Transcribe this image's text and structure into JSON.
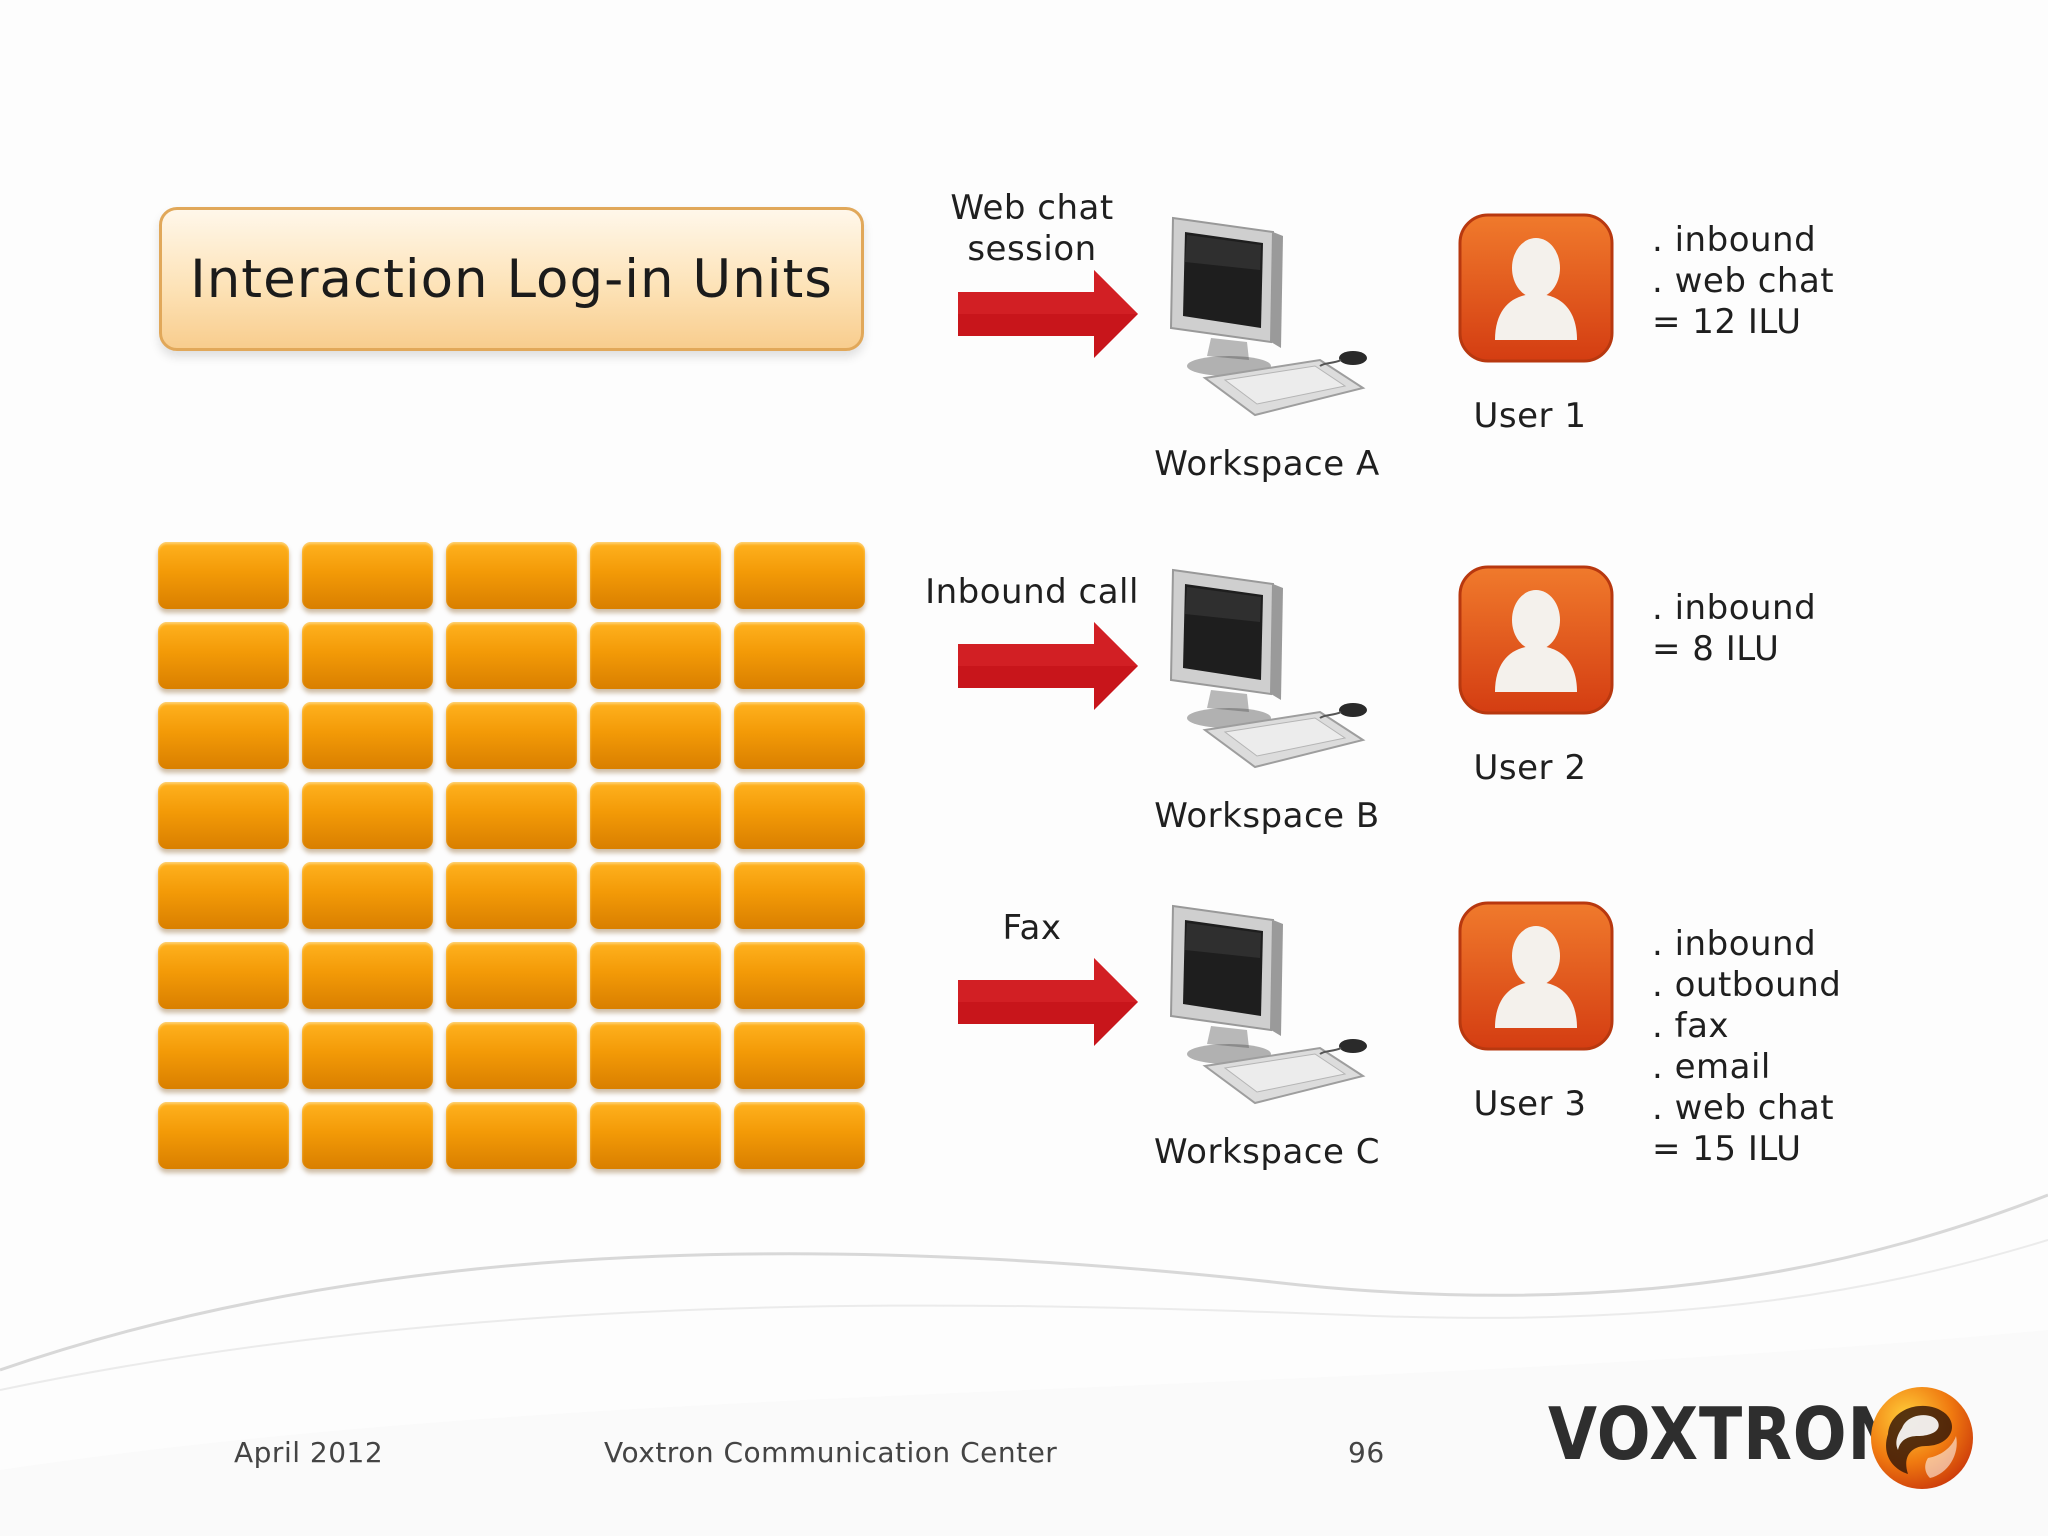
{
  "title_box": {
    "label": "Interaction Log-in Units"
  },
  "ilu_grid": {
    "rows": 8,
    "cols": 5
  },
  "flows": [
    {
      "channel": [
        "Web chat",
        "session"
      ],
      "workspace": "Workspace A",
      "user": "User 1",
      "notes": [
        ". inbound",
        ". web chat",
        "= 12 ILU"
      ]
    },
    {
      "channel": [
        "Inbound call"
      ],
      "workspace": "Workspace B",
      "user": "User 2",
      "notes": [
        ". inbound",
        "= 8 ILU"
      ]
    },
    {
      "channel": [
        "Fax"
      ],
      "workspace": "Workspace C",
      "user": "User 3",
      "notes": [
        ". inbound",
        ". outbound",
        ". fax",
        ". email",
        ". web chat",
        "= 15 ILU"
      ]
    }
  ],
  "footer": {
    "date": "April 2012",
    "product": "Voxtron Communication Center",
    "page_number": "96",
    "logo_text": "VOXTRON"
  },
  "colors": {
    "arrow": "#c8151b",
    "unit": "#f39a07",
    "user_icon": "#e2561a",
    "title_border": "#e1a85a"
  },
  "icons": {
    "workspace": "computer-workstation-icon",
    "user": "user-avatar-icon",
    "arrow": "right-arrow-icon",
    "logo": "voxtron-logo-icon"
  }
}
